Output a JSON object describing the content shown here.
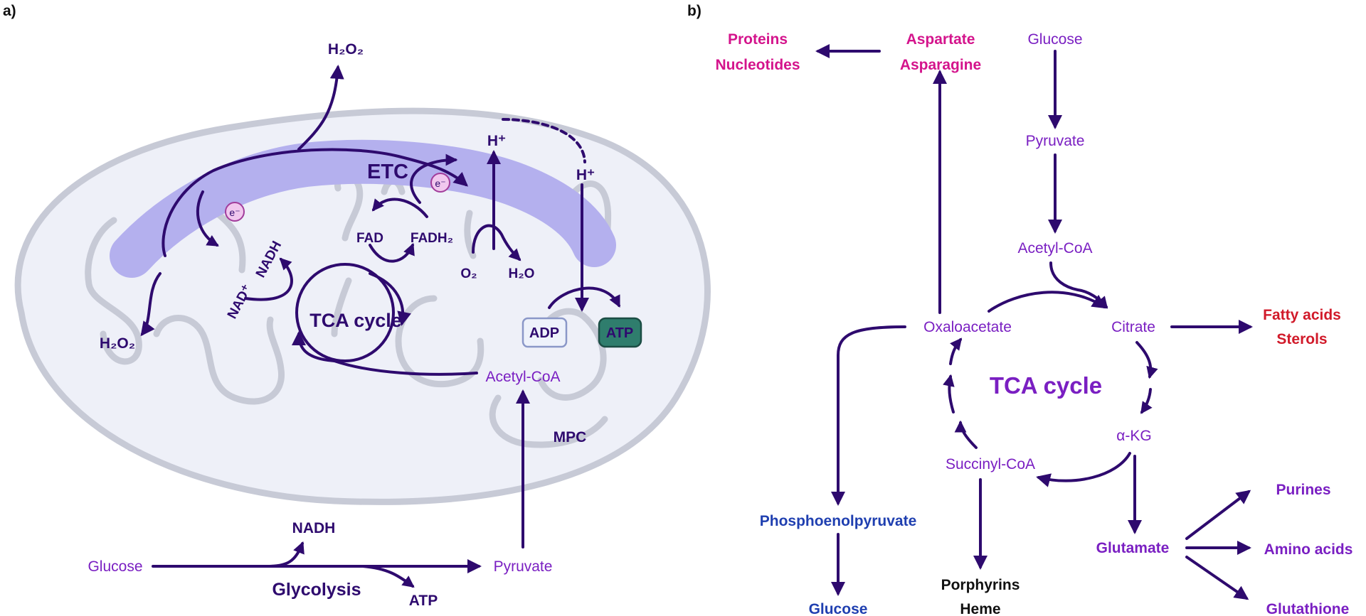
{
  "colors": {
    "arrow": "#2e0a6e",
    "purple_text": "#7a1fc2",
    "magenta_text": "#d4148c",
    "red_text": "#d11a2a",
    "blue_text": "#1f3fb0",
    "black_text": "#111111",
    "mito_outer_fill": "#eef0f8",
    "mito_outline": "#c7cad6",
    "etc_band": "#b4b0ee",
    "adp_fill": "#eef2fb",
    "adp_border": "#8a97c8",
    "atp_fill": "#2f7d6d",
    "atp_border": "#1b4d44",
    "electron_fill": "#f1c7ee",
    "electron_border": "#a23c9b"
  },
  "panel_a": {
    "label": "a)",
    "h2o2_top": "H₂O₂",
    "h2o2_left": "H₂O₂",
    "etc": "ETC",
    "electron": "e⁻",
    "fad": "FAD",
    "fadh2": "FADH₂",
    "nad": "NAD⁺",
    "nadh": "NADH",
    "tca_cycle": "TCA cycle",
    "h_plus_1": "H⁺",
    "h_plus_2": "H⁺",
    "o2": "O₂",
    "h2o": "H₂O",
    "adp": "ADP",
    "atp": "ATP",
    "acetyl_coa": "Acetyl-CoA",
    "mpc": "MPC",
    "glucose": "Glucose",
    "nadh_glycolysis": "NADH",
    "glycolysis": "Glycolysis",
    "atp_glycolysis": "ATP",
    "pyruvate": "Pyruvate"
  },
  "panel_b": {
    "label": "b)",
    "proteins": "Proteins",
    "nucleotides": "Nucleotides",
    "aspartate": "Aspartate",
    "asparagine": "Asparagine",
    "glucose": "Glucose",
    "pyruvate": "Pyruvate",
    "acetyl_coa": "Acetyl-CoA",
    "oxaloacetate": "Oxaloacetate",
    "citrate": "Citrate",
    "fatty_acids": "Fatty acids",
    "sterols": "Sterols",
    "tca_cycle": "TCA cycle",
    "akg": "α-KG",
    "succinyl_coa": "Succinyl-CoA",
    "phosphoenolpyruvate": "Phosphoenolpyruvate",
    "glucose_out": "Glucose",
    "porphyrins": "Porphyrins",
    "heme": "Heme",
    "glutamate": "Glutamate",
    "purines": "Purines",
    "amino_acids": "Amino acids",
    "glutathione": "Glutathione"
  }
}
